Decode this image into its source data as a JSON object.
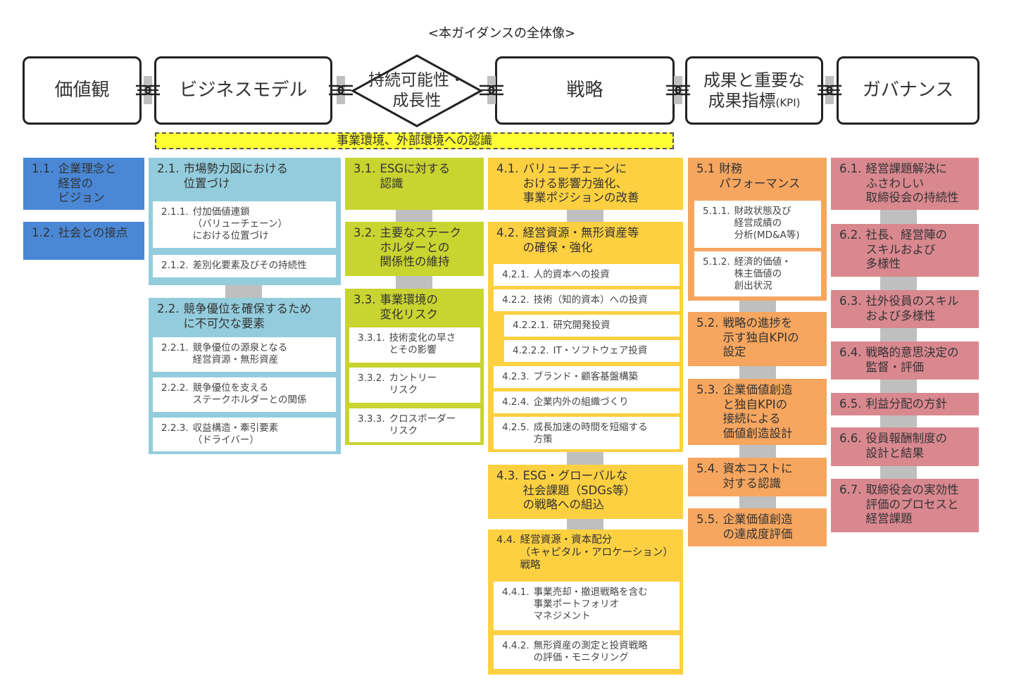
{
  "title": "<本ガイダンスの全体像>",
  "header": {
    "values": "価値観",
    "business_model": "ビジネスモデル",
    "sustainability_line1": "持続可能性・",
    "sustainability_line2": "成長性",
    "strategy": "戦略",
    "kpi_line1": "成果と重要な",
    "kpi_line2": "成果指標",
    "kpi_abbr": "(KPI)",
    "governance": "ガバナンス"
  },
  "environment_bar": "事業環境、外部環境への認識",
  "colors": {
    "col1": "#4a88d6",
    "col2": "#93cddd",
    "col3": "#c8d430",
    "col4": "#fdd041",
    "col5": "#f6a65f",
    "col6": "#d9888f",
    "connector": "#bfbfbf",
    "env": "#ffff33"
  },
  "sections": [
    {
      "items": [
        {
          "num": "1.1.",
          "text": "企業理念と\n経営の\nビジョン"
        },
        {
          "num": "1.2.",
          "text": "社会との接点"
        }
      ]
    },
    {
      "items": [
        {
          "num": "2.1.",
          "text": "市場勢力図における\n位置づけ"
        },
        {
          "num": "2.1.1.",
          "text": "付加価値連鎖\n（バリューチェーン）\nにおける位置づけ"
        },
        {
          "num": "2.1.2.",
          "text": "差別化要素及びその持続性"
        },
        {
          "num": "2.2.",
          "text": "競争優位を確保するため\nに不可欠な要素"
        },
        {
          "num": "2.2.1.",
          "text": "競争優位の源泉となる\n経営資源・無形資産"
        },
        {
          "num": "2.2.2.",
          "text": "競争優位を支える\nステークホルダーとの関係"
        },
        {
          "num": "2.2.3.",
          "text": "収益構造・牽引要素\n（ドライバー）"
        }
      ]
    },
    {
      "items": [
        {
          "num": "3.1.",
          "text": "ESGに対する\n認識"
        },
        {
          "num": "3.2.",
          "text": "主要なステーク\nホルダーとの\n関係性の維持"
        },
        {
          "num": "3.3.",
          "text": "事業環境の\n変化リスク"
        },
        {
          "num": "3.3.1.",
          "text": "技術変化の早さ\nとその影響"
        },
        {
          "num": "3.3.2.",
          "text": "カントリー\nリスク"
        },
        {
          "num": "3.3.3.",
          "text": "クロスボーダー\nリスク"
        }
      ]
    },
    {
      "items": [
        {
          "num": "4.1.",
          "text": "バリューチェーンに\nおける影響力強化、\n事業ポジションの改善"
        },
        {
          "num": "4.2.",
          "text": "経営資源・無形資産等\nの確保・強化"
        },
        {
          "num": "4.2.1.",
          "text": "人的資本への投資"
        },
        {
          "num": "4.2.2.",
          "text": "技術（知的資本）への投資"
        },
        {
          "num": "4.2.2.1.",
          "text": "研究開発投資"
        },
        {
          "num": "4.2.2.2.",
          "text": "IT・ソフトウェア投資"
        },
        {
          "num": "4.2.3.",
          "text": "ブランド・顧客基盤構築"
        },
        {
          "num": "4.2.4.",
          "text": "企業内外の組織づくり"
        },
        {
          "num": "4.2.5.",
          "text": "成長加速の時間を短縮する\n方策"
        },
        {
          "num": "4.3.",
          "text": "ESG・グローバルな\n社会課題（SDGs等）\nの戦略への組込"
        },
        {
          "num": "4.4.",
          "text": "経営資源・資本配分\n（キャピタル・アロケーション）\n戦略"
        },
        {
          "num": "4.4.1.",
          "text": "事業売却・撤退戦略を含む\n事業ポートフォリオ\nマネジメント"
        },
        {
          "num": "4.4.2.",
          "text": "無形資産の測定と投資戦略\nの評価・モニタリング"
        }
      ]
    },
    {
      "items": [
        {
          "num": "5.1",
          "text": "財務\nパフォーマンス"
        },
        {
          "num": "5.1.1.",
          "text": "財政状態及び\n経営成績の\n分析(MD&A等)"
        },
        {
          "num": "5.1.2.",
          "text": "経済的価値・\n株主価値の\n創出状況"
        },
        {
          "num": "5.2.",
          "text": "戦略の進捗を\n示す独自KPIの\n設定"
        },
        {
          "num": "5.3.",
          "text": "企業価値創造\nと独自KPIの\n接続による\n価値創造設計"
        },
        {
          "num": "5.4.",
          "text": "資本コストに\n対する認識"
        },
        {
          "num": "5.5.",
          "text": "企業価値創造\nの達成度評価"
        }
      ]
    },
    {
      "items": [
        {
          "num": "6.1.",
          "text": "経営課題解決に\nふさわしい\n取締役会の持続性"
        },
        {
          "num": "6.2.",
          "text": "社長、経営陣の\nスキルおよび\n多様性"
        },
        {
          "num": "6.3.",
          "text": "社外役員のスキル\nおよび多様性"
        },
        {
          "num": "6.4.",
          "text": "戦略的意思決定の\n監督・評価"
        },
        {
          "num": "6.5.",
          "text": "利益分配の方針"
        },
        {
          "num": "6.6.",
          "text": "役員報酬制度の\n設計と結果"
        },
        {
          "num": "6.7.",
          "text": "取締役会の実効性\n評価のプロセスと\n経営課題"
        }
      ]
    }
  ]
}
